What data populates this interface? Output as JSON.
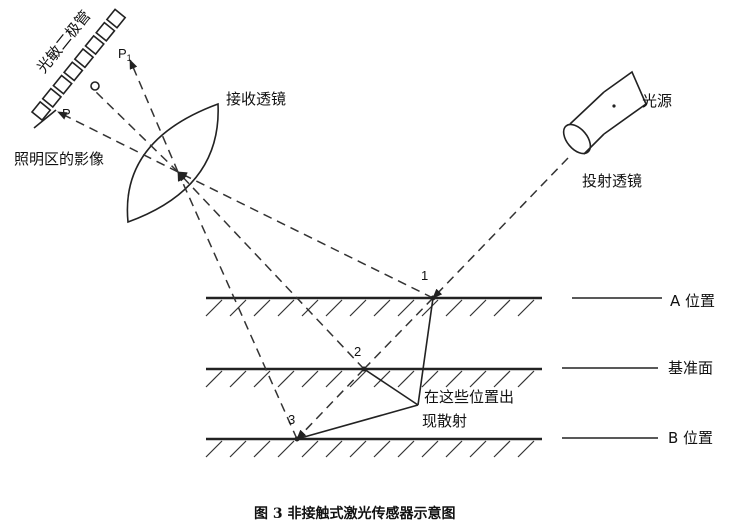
{
  "labels": {
    "photodiode": "光敏二极管",
    "p": "P",
    "p1": "P",
    "p1_sub": "1",
    "image_of_lit_area": "照明区的影像",
    "receiving_lens": "接收透镜",
    "light_source": "光源",
    "projection_lens": "投射透镜",
    "point_1": "1",
    "point_2": "2",
    "point_3": "3",
    "position_a": "A 位置",
    "reference_plane": "基准面",
    "position_b": "B 位置",
    "scatter_note_line1": "在这些位置出",
    "scatter_note_line2": "现散射",
    "caption": "图 3  非接触式激光传感器示意图"
  },
  "colors": {
    "ink": "#222222",
    "background": "#ffffff"
  }
}
